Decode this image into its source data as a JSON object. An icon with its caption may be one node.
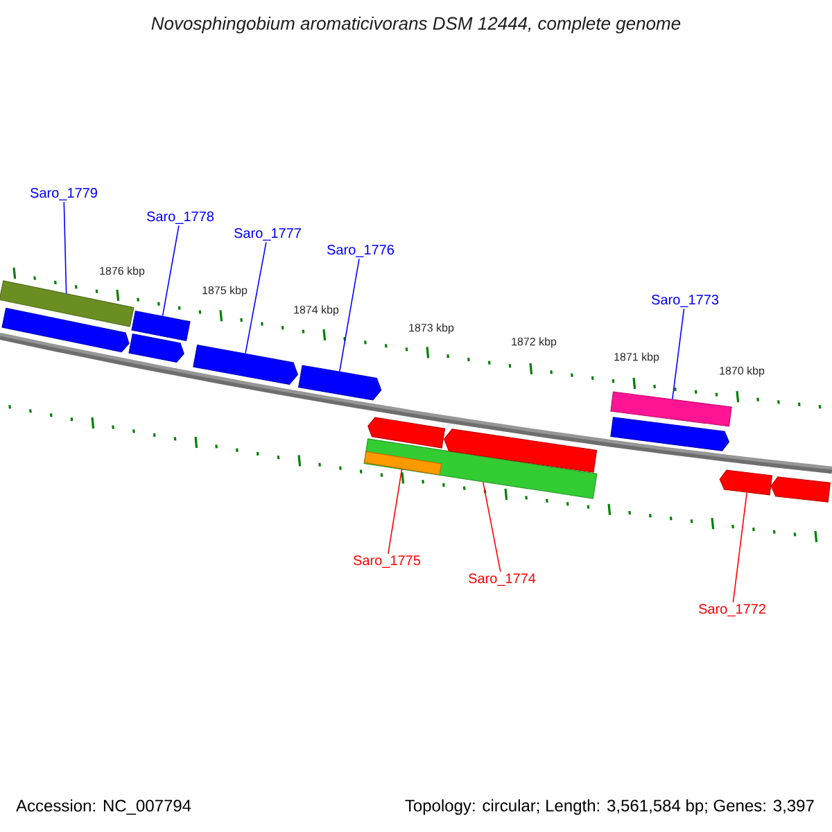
{
  "diagram": {
    "title": "Novosphingobium aromaticivorans DSM 12444, complete genome",
    "nodes": [
      {
        "text": [
          "Saro_1779"
        ]
      },
      {
        "text": [
          "Saro_1778"
        ]
      },
      {
        "text": [
          "Saro_1777"
        ]
      },
      {
        "text": [
          "Saro_1776"
        ]
      },
      {
        "text": [
          "Saro_1773"
        ]
      },
      {
        "text": [
          "Saro_1775"
        ]
      },
      {
        "text": [
          "Saro_1774"
        ]
      },
      {
        "text": [
          "Saro_1772"
        ]
      },
      {
        "text": [],
        "shape": "bar"
      },
      {
        "text": [],
        "shape": "bar"
      },
      {
        "text": [],
        "shape": "arrow"
      },
      {
        "text": [],
        "shape": "arrow"
      },
      {
        "text": [],
        "shape": "arrow"
      },
      {
        "text": [],
        "shape": "arrow"
      },
      {
        "text": [],
        "shape": "arrow"
      },
      {
        "text": [],
        "shape": "bar"
      },
      {
        "text": [],
        "shape": "bar",
        "in": 15
      },
      {
        "text": [],
        "shape": "arrow"
      },
      {
        "text": [],
        "shape": "bar"
      },
      {
        "text": [],
        "shape": "arrow"
      },
      {
        "text": [],
        "shape": "arrow"
      },
      {
        "text": [],
        "shape": "arrow"
      }
    ],
    "edges": [
      {
        "from": 0,
        "to": 8,
        "arrow": "none",
        "color": "#0000ff"
      },
      {
        "from": 1,
        "to": 9,
        "arrow": "none",
        "color": "#0000ff"
      },
      {
        "from": 2,
        "to": 12,
        "arrow": "none",
        "color": "#0000ff"
      },
      {
        "from": 3,
        "to": 13,
        "arrow": "none",
        "color": "#0000ff"
      },
      {
        "from": 4,
        "to": 18,
        "arrow": "none",
        "color": "#0000ff"
      },
      {
        "from": 5,
        "to": 16,
        "arrow": "none",
        "color": "#ff0000"
      },
      {
        "from": 6,
        "to": 15,
        "arrow": "none",
        "color": "#ff0000"
      },
      {
        "from": 7,
        "to": 20,
        "arrow": "none",
        "color": "#ff0000"
      }
    ],
    "labels": [
      "1876 kbp",
      "1875 kbp",
      "1874 kbp",
      "1873 kbp",
      "1872 kbp",
      "1871 kbp",
      "1870 kbp",
      "Accession: NC_007794",
      "Topology: circular; Length: 3,561,584 bp; Genes: 3,397"
    ]
  }
}
